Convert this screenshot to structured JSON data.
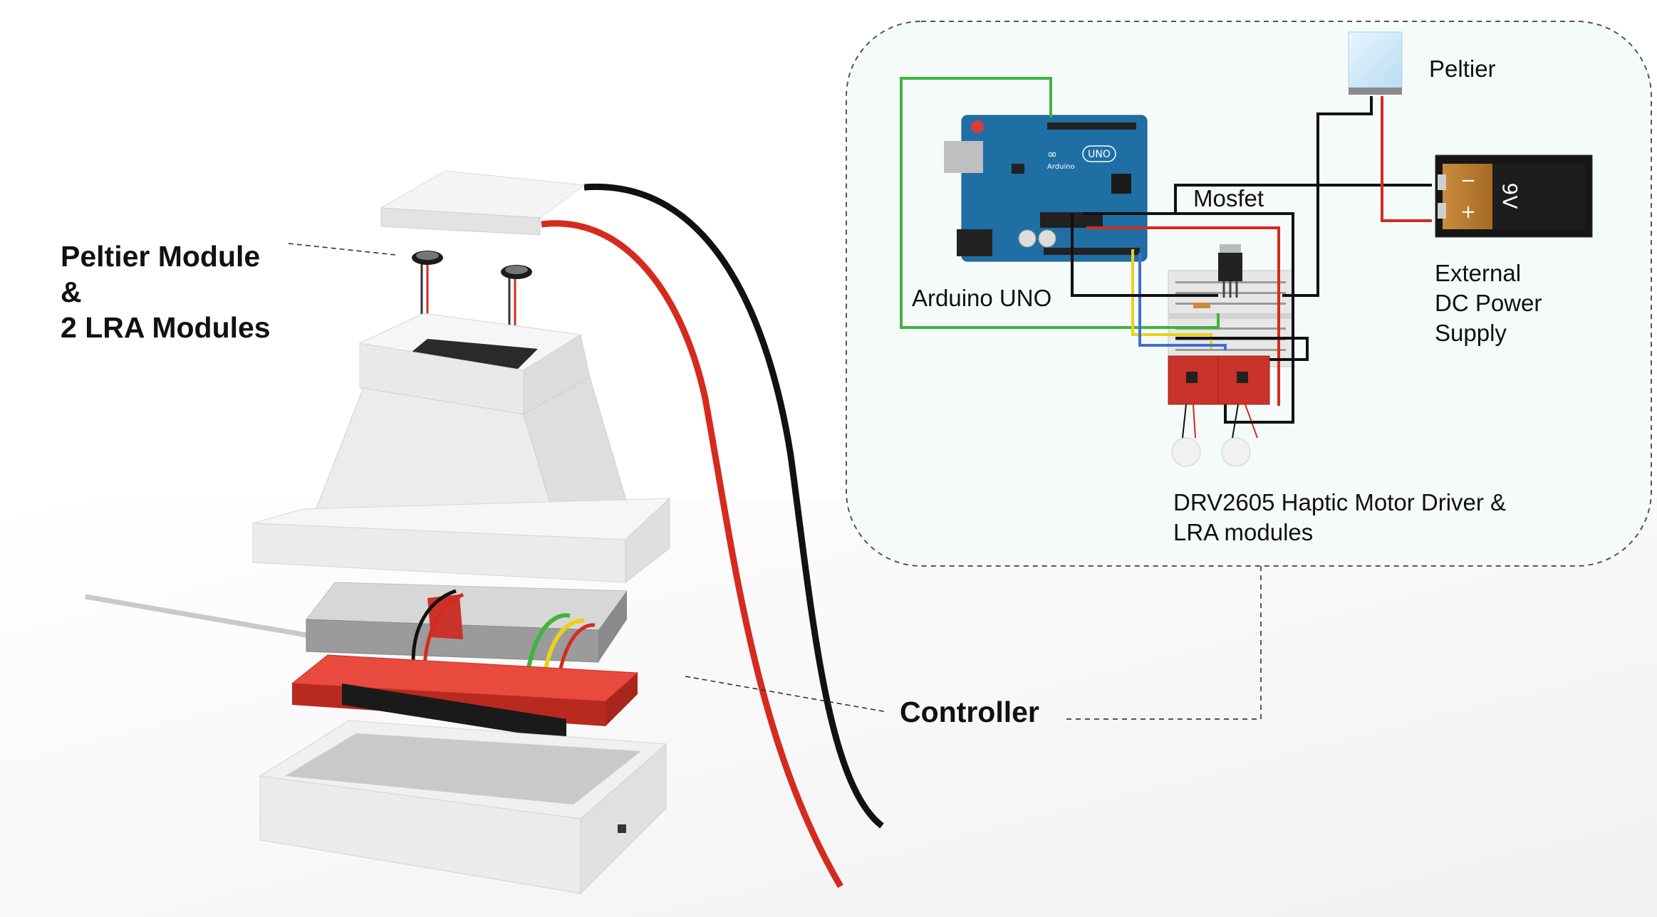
{
  "labels": {
    "peltier_module_line1": "Peltier Module",
    "peltier_module_line2": "&",
    "peltier_module_line3": "2 LRA Modules",
    "controller": "Controller",
    "peltier": "Peltier",
    "arduino": "Arduino UNO",
    "mosfet": "Mosfet",
    "power_line1": "External",
    "power_line2": "DC Power",
    "power_line3": "Supply",
    "drv_line1": "DRV2605 Haptic Motor Driver &",
    "drv_line2": "LRA modules",
    "board_brand": "Arduino",
    "board_model": "UNO",
    "battery_voltage": "9V",
    "battery_minus": "−",
    "battery_plus": "+"
  },
  "colors": {
    "wire_red": "#d42b1e",
    "wire_black": "#111111",
    "wire_green": "#3fb53a",
    "wire_yellow": "#e8d21c",
    "wire_blue": "#3e6fd6",
    "arduino_blue": "#1f6fa5",
    "driver_red": "#c9332a",
    "housing_white": "#f1f1f1",
    "controller_red": "#d9332b",
    "panel_bg": "#f5fbfa"
  }
}
